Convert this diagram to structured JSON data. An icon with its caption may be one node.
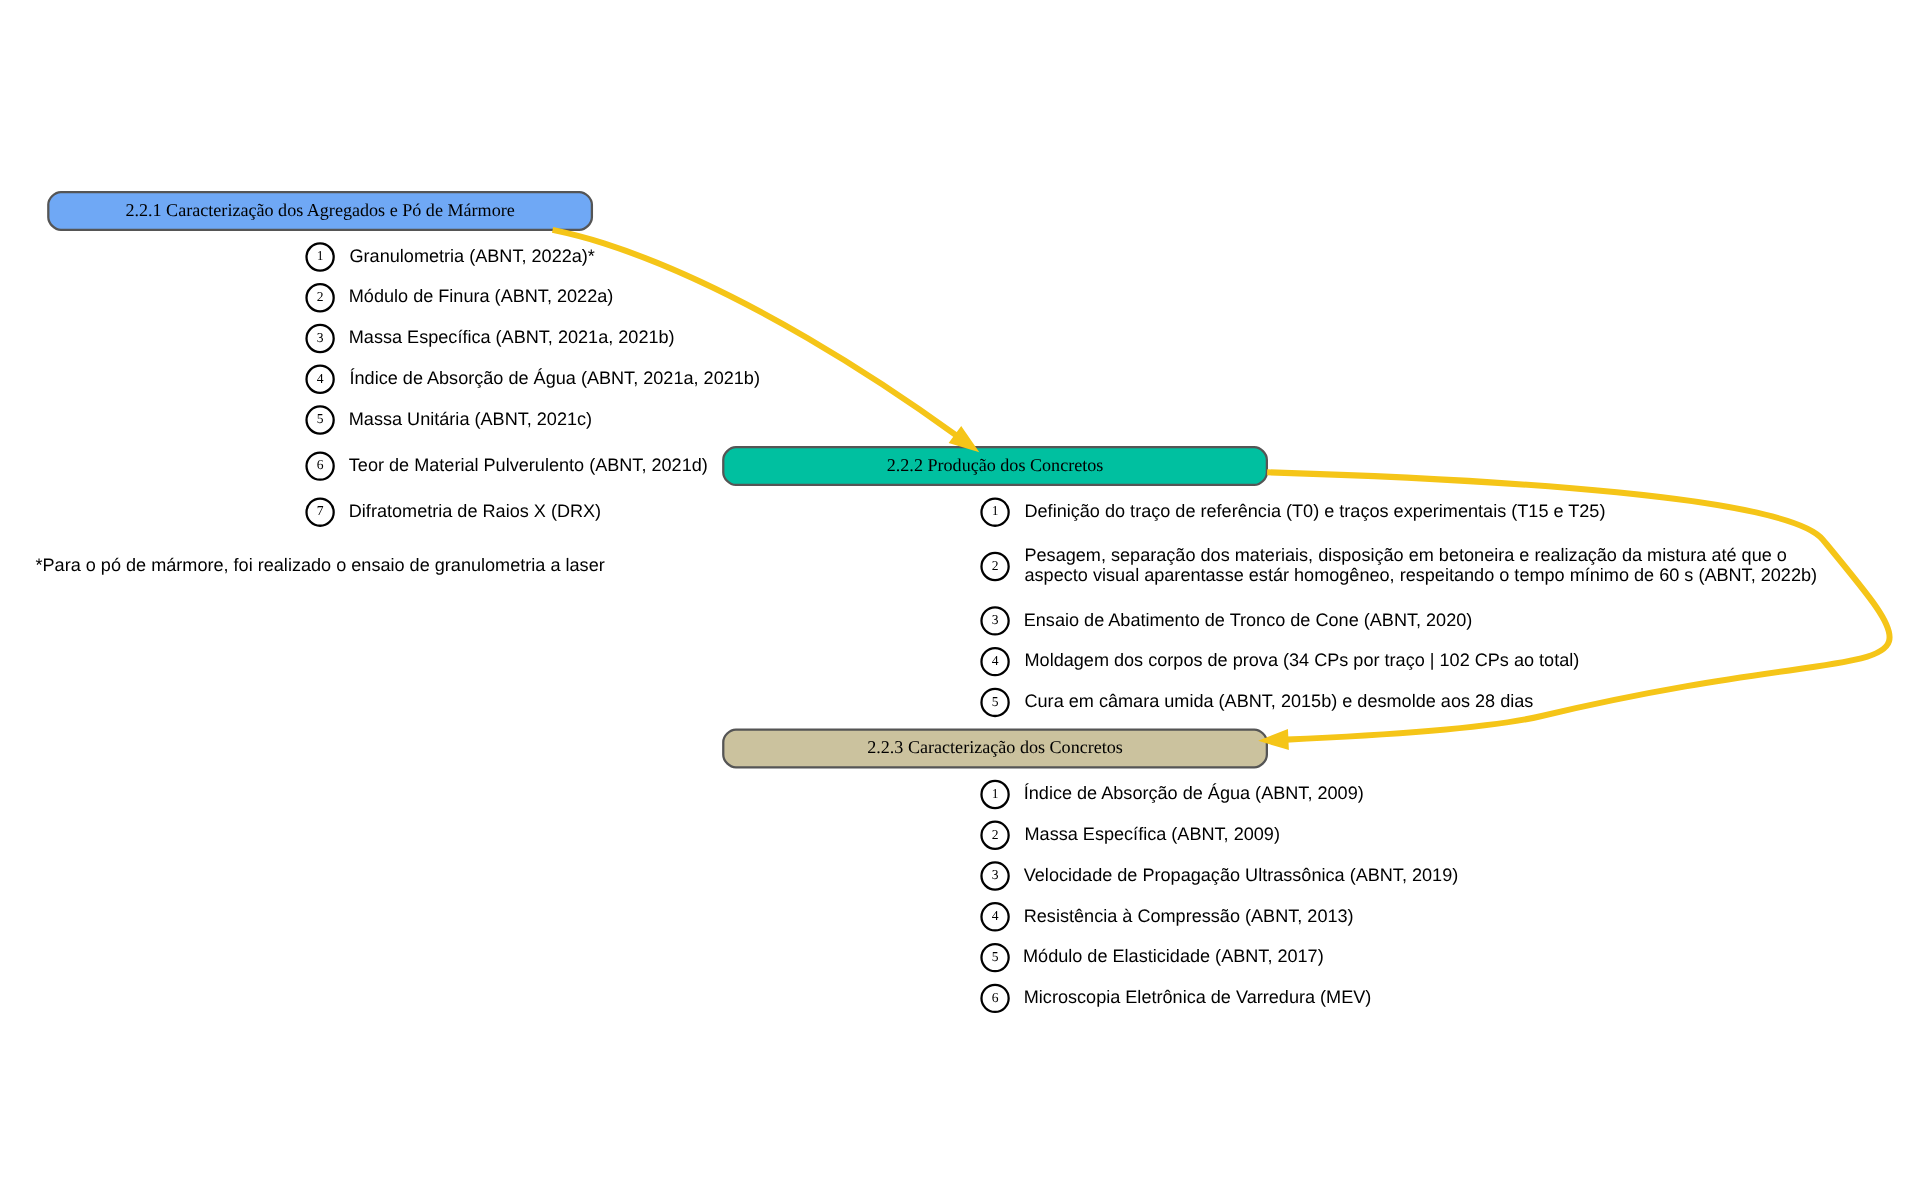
{
  "diagram": {
    "nodes": [
      {
        "text": [
          "2.2.1 Caracterização dos Agregados e Pó de Mármore"
        ]
      },
      {
        "text": [
          "1"
        ],
        "beside": [
          "Granulometria (ABNT, 2022a)*"
        ]
      },
      {
        "text": [
          "2"
        ],
        "beside": [
          "Módulo de Finura (ABNT, 2022a)"
        ]
      },
      {
        "text": [
          "3"
        ],
        "beside": [
          "Massa Específica (ABNT, 2021a, 2021b)"
        ]
      },
      {
        "text": [
          "4"
        ],
        "beside": [
          "Índice de Absorção de Água (ABNT, 2021a, 2021b)"
        ]
      },
      {
        "text": [
          "5"
        ],
        "beside": [
          "Massa Unitária (ABNT, 2021c)"
        ]
      },
      {
        "text": [
          "6"
        ],
        "beside": [
          "Teor de Material Pulverulento (ABNT, 2021d)"
        ]
      },
      {
        "text": [
          "7"
        ],
        "beside": [
          "Difratometria de Raios X (DRX)"
        ]
      },
      {
        "text": [
          "2.2.2 Produção dos Concretos"
        ]
      },
      {
        "text": [
          "1"
        ],
        "beside": [
          "Definição do traço de referência (T0) e traços experimentais (T15 e T25)"
        ]
      },
      {
        "text": [
          "2"
        ],
        "beside": [
          "Pesagem, separação dos materiais, disposição em betoneira e realização da mistura até que o aspecto visual aparentasse estár homogêneo, respeitando o tempo mínimo de 60 s (ABNT, 2022b)"
        ]
      },
      {
        "text": [
          "3"
        ],
        "beside": [
          "Ensaio de Abatimento de Tronco de Cone (ABNT, 2020)"
        ]
      },
      {
        "text": [
          "4"
        ],
        "beside": [
          "Moldagem dos corpos de prova (34 CPs por traço | 102 CPs ao total)"
        ]
      },
      {
        "text": [
          "5"
        ],
        "beside": [
          "Cura em câmara umida (ABNT, 2015b) e desmolde aos 28 dias"
        ]
      },
      {
        "text": [
          "2.2.3 Caracterização dos Concretos"
        ]
      },
      {
        "text": [
          "1"
        ],
        "beside": [
          "Índice de Absorção de Água (ABNT, 2009)"
        ]
      },
      {
        "text": [
          "2"
        ],
        "beside": [
          "Massa Específica (ABNT, 2009)"
        ]
      },
      {
        "text": [
          "3"
        ],
        "beside": [
          "Velocidade de Propagação Ultrassônica (ABNT, 2019)"
        ]
      },
      {
        "text": [
          "4"
        ],
        "beside": [
          "Resistência à Compressão (ABNT, 2013)"
        ]
      },
      {
        "text": [
          "5"
        ],
        "beside": [
          "Módulo de Elasticidade (ABNT, 2017)"
        ]
      },
      {
        "text": [
          "6"
        ],
        "beside": [
          "Microscopia Eletrônica de Varredura (MEV)"
        ]
      }
    ],
    "edges": [
      {
        "from": 0,
        "to": 8,
        "arrow": "to"
      },
      {
        "from": 8,
        "to": 14,
        "arrow": "to"
      }
    ],
    "labels": [
      "*Para o pó de mármore, foi realizado o ensaio de granulometria a laser"
    ]
  }
}
